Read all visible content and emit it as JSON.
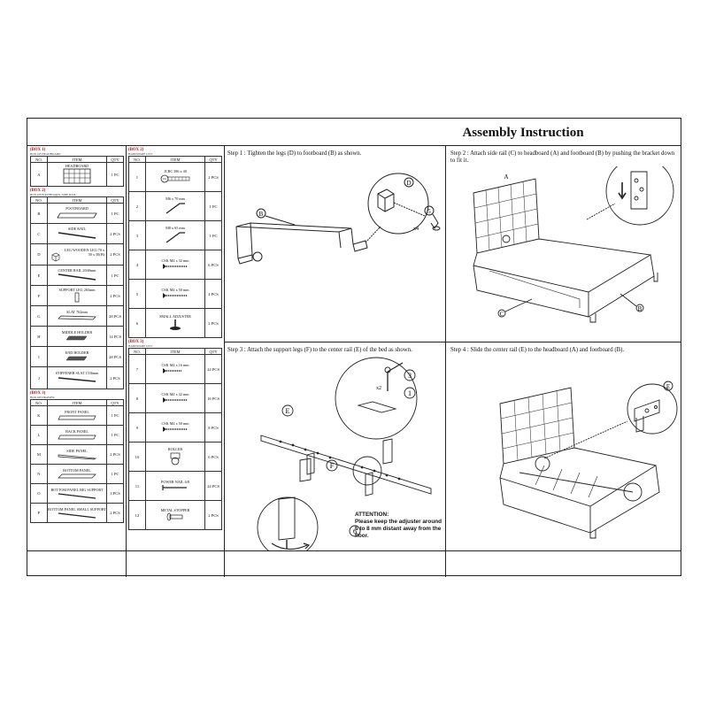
{
  "title": "Assembly Instruction",
  "col_headers": {
    "no": "NO.",
    "item": "ITEM",
    "qty": "QTY"
  },
  "box1": {
    "header": "(BOX 1)",
    "sub": "BOX OF HEADBOARD",
    "rows": [
      {
        "no": "A",
        "name": "HEADBOARD",
        "qty": "1 PC"
      }
    ]
  },
  "box2": {
    "header": "(BOX 2)",
    "sub": "BOX OF FOOTBOARD, SIDE RAIL",
    "rows": [
      {
        "no": "B",
        "name": "FOOTBOARD",
        "qty": "1 PC"
      },
      {
        "no": "C",
        "name": "SIDE RAIL",
        "qty": "2 PCS"
      },
      {
        "no": "D",
        "name": "LEG WOODEN LEG 70 x 50 x 50(H)",
        "qty": "2 PCS"
      },
      {
        "no": "E",
        "name": "CENTER RAIL 2040mm",
        "qty": "1 PC"
      },
      {
        "no": "F",
        "name": "SUPPORT LEG 265mm",
        "qty": "2 PCS"
      },
      {
        "no": "G",
        "name": "SLAT 762mm",
        "qty": "28 PCS"
      },
      {
        "no": "H",
        "name": "MIDDLE HOLDER",
        "qty": "14 PCS"
      },
      {
        "no": "I",
        "name": "END HOLDER",
        "qty": "28 PCS"
      },
      {
        "no": "J",
        "name": "STIFFENER SLAT 1536mm",
        "qty": "2 PCS"
      }
    ]
  },
  "box3": {
    "header": "(BOX 3)",
    "sub": "BOX OF DRAWER",
    "rows": [
      {
        "no": "K",
        "name": "FRONT PANEL",
        "qty": "1 PC"
      },
      {
        "no": "L",
        "name": "BACK PANEL",
        "qty": "1 PC"
      },
      {
        "no": "M",
        "name": "SIDE PANEL",
        "qty": "2 PCS"
      },
      {
        "no": "N",
        "name": "BOTTOM PANEL",
        "qty": "1 PC"
      },
      {
        "no": "O",
        "name": "BOTTOM PANEL BIG SUPPORT",
        "qty": "3 PCS"
      },
      {
        "no": "P",
        "name": "BOTTOM PANEL SMALL SUPPORT",
        "qty": "2 PCS"
      }
    ]
  },
  "box4": {
    "header": "(BOX 2)",
    "sub": "HARDWARE LIST",
    "rows": [
      {
        "no": "1",
        "name": "JCBC 386 x 40",
        "qty": "2 PCS"
      },
      {
        "no": "2",
        "name": "M6 x 70 mm",
        "qty": "1 PC"
      },
      {
        "no": "3",
        "name": "M8 x 65 mm",
        "qty": "1 PC"
      },
      {
        "no": "4",
        "name": "CSK M4 x 32 mm",
        "qty": "6 PCS"
      },
      {
        "no": "5",
        "name": "CSK M4 x 50 mm",
        "qty": "4 PCS"
      },
      {
        "no": "6",
        "name": "SMALL ADJUSTER",
        "qty": "2 PCS"
      }
    ]
  },
  "box5": {
    "header": "(BOX 3)",
    "sub": "HARDWARE LIST",
    "rows": [
      {
        "no": "7",
        "name": "CSK M4 x 16 mm",
        "qty": "24 PCS"
      },
      {
        "no": "8",
        "name": "CSK M4 x 32 mm",
        "qty": "16 PCS"
      },
      {
        "no": "9",
        "name": "CSK M4 x 50 mm",
        "qty": "8 PCS"
      },
      {
        "no": "10",
        "name": "ROLLER",
        "qty": "6 PCS"
      },
      {
        "no": "11",
        "name": "POWER NAIL 6/8",
        "qty": "24 PCS"
      },
      {
        "no": "12",
        "name": "METAL STOPPER",
        "qty": "2 PCS"
      }
    ]
  },
  "steps": {
    "s1": "Step 1 : Tighten the legs (D) to footboard (B) as shown.",
    "s2": "Step 2 : Attach side rail (C) to headboard (A) and footboard (B) by pushing the bracket down to fit it.",
    "s3": "Step 3 : Attach the support legs (F) to the center rail (E) of the bed as shown.",
    "s4": "Step 4 : Slide the center rail (E) to the headboard (A) and footboard (B)."
  },
  "attention": {
    "title": "ATTENTION:",
    "body": "Please keep the adjuster around 5 to 8 mm distant away from the floor."
  },
  "callouts": {
    "d": "D",
    "b": "B",
    "five": "5",
    "x4": "x4",
    "a": "A",
    "c": "C",
    "e": "E",
    "f": "F",
    "three": "3",
    "one": "1",
    "x2": "x2",
    "six": "6"
  }
}
